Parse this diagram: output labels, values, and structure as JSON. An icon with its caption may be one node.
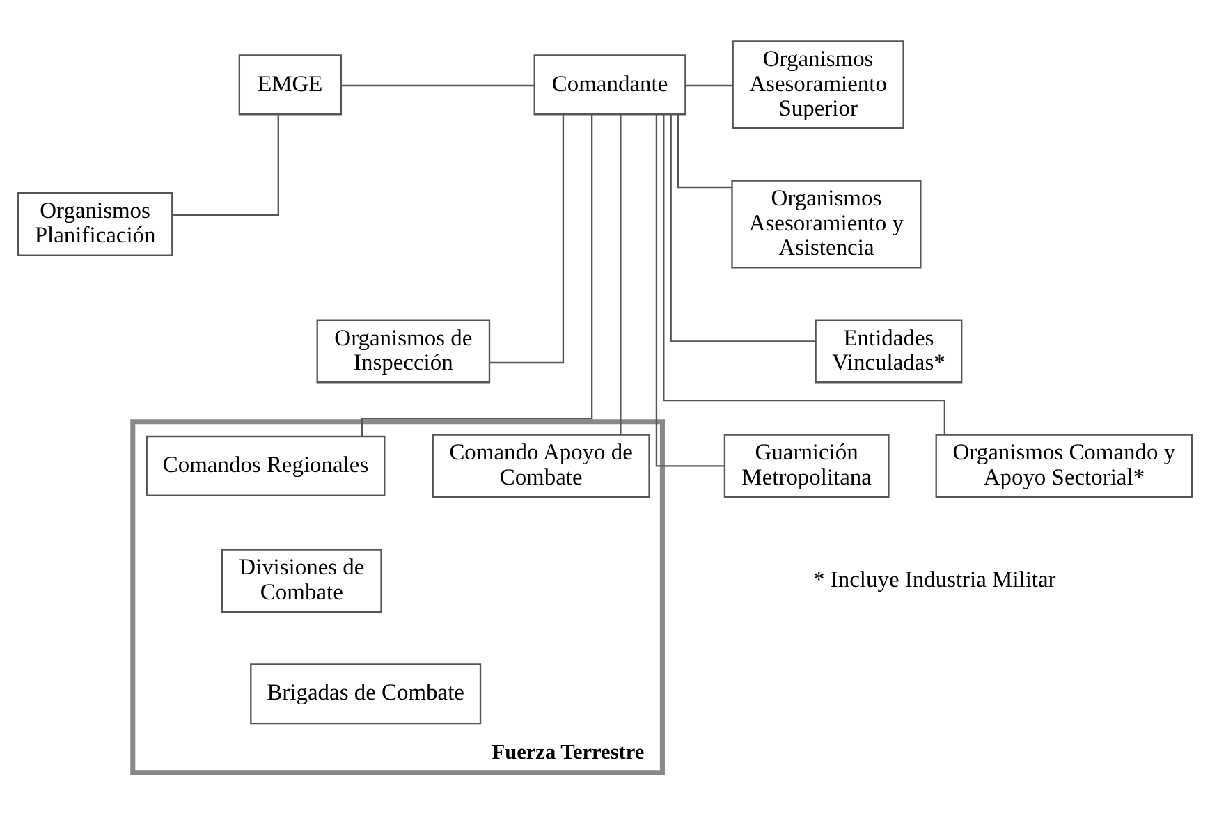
{
  "diagram": {
    "nodes": [
      {
        "text": [
          "EMGE"
        ]
      },
      {
        "text": [
          "Comandante"
        ]
      },
      {
        "text": [
          "Organismos Asesoramiento Superior"
        ]
      },
      {
        "text": [
          "Organismos Planificación"
        ]
      },
      {
        "text": [
          "Organismos Asesoramiento y Asistencia"
        ]
      },
      {
        "text": [
          "Organismos de Inspección"
        ]
      },
      {
        "text": [
          "Entidades Vinculadas*"
        ]
      },
      {
        "text": [
          "Fuerza Terrestre"
        ]
      },
      {
        "text": [
          "Comandos Regionales"
        ],
        "in": 7
      },
      {
        "text": [
          "Comando Apoyo de Combate"
        ],
        "in": 7
      },
      {
        "text": [
          "Organismos Comando y Apoyo Sectorial*"
        ]
      },
      {
        "text": [
          "Guarnición Metropolitana"
        ]
      },
      {
        "text": [
          "Divisiones de Combate"
        ],
        "in": 7
      },
      {
        "text": [
          "Brigadas de Combate"
        ],
        "in": 7
      }
    ],
    "edges": [
      {
        "from": 0,
        "to": 1,
        "arrow": "none"
      },
      {
        "from": 1,
        "to": 2,
        "arrow": "none"
      },
      {
        "from": 0,
        "to": 3,
        "arrow": "none"
      },
      {
        "from": 1,
        "to": 4,
        "arrow": "none"
      },
      {
        "from": 1,
        "to": 6,
        "arrow": "none"
      },
      {
        "from": 1,
        "to": 5,
        "arrow": "none"
      },
      {
        "from": 1,
        "to": 8,
        "arrow": "none"
      },
      {
        "from": 1,
        "to": 9,
        "arrow": "none"
      },
      {
        "from": 1,
        "to": 10,
        "arrow": "none"
      },
      {
        "from": 1,
        "to": 11,
        "arrow": "none"
      }
    ],
    "labels": [
      "* Incluye Industria Militar"
    ]
  }
}
